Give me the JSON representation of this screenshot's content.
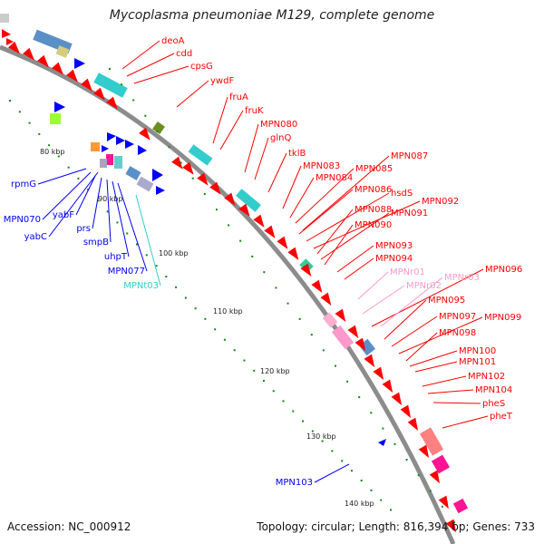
{
  "title": "Mycoplasma pneumoniae M129, complete genome",
  "footer": {
    "accession": "Accession: NC_000912",
    "summary": "Topology: circular; Length: 816,394 bp; Genes: 733"
  },
  "colors": {
    "background": "#ffffff",
    "backbone": "#8c8c8c",
    "forward_gene": "#ff0000",
    "reverse_gene": "#0000ff",
    "rna_gene": "#ff99cc",
    "trna": "#33cccc",
    "tick": "#118811"
  },
  "kbp_labels": [
    "80 kbp",
    "90 kbp",
    "100 kbp",
    "110 kbp",
    "120 kbp",
    "130 kbp",
    "140 kbp"
  ],
  "forward_labels": [
    "deoA",
    "cdd",
    "cpsG",
    "ywdF",
    "fruA",
    "fruK",
    "MPN080",
    "glnQ",
    "tklB",
    "MPN083",
    "MPN084",
    "MPN085",
    "MPN087",
    "MPN086",
    "hsdS",
    "MPN092",
    "MPN088",
    "MPN091",
    "MPN090",
    "MPN093",
    "MPN094",
    "MPN095",
    "MPN096",
    "MPN097",
    "MPN099",
    "MPN098",
    "MPN100",
    "MPN101",
    "MPN102",
    "MPN104",
    "pheS",
    "pheT"
  ],
  "rna_labels": [
    "MPNr01",
    "MPNr02",
    "MPNr03"
  ],
  "reverse_labels": [
    "rpmG",
    "MPN070",
    "yabF",
    "yabC",
    "prs",
    "smpB",
    "uhpT",
    "MPN077",
    "MPN103"
  ],
  "trna_labels": [
    "MPNt03"
  ]
}
